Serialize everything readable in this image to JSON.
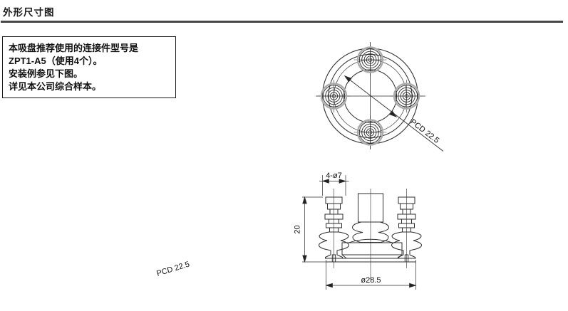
{
  "page": {
    "title": "外形尺寸图"
  },
  "note_box": {
    "line1": "本吸盘推荐使用的连接件型号是",
    "line2_model": "ZPT1-A5",
    "line2_pre": "（使用",
    "line2_qty": "4",
    "line2_post": "个）。",
    "line3": "安装例参见下图。",
    "line4": "详见本公司综合样本。"
  },
  "top_view": {
    "pcd_label": "PCD 22.5"
  },
  "side_view": {
    "dim_width": "4-ø7",
    "dim_height": "20",
    "dim_diameter": "ø28.5"
  },
  "stray_label": "PCD 22.5",
  "colors": {
    "line": "#2e2e2e",
    "grey_ring": "#ababab",
    "rule": "#474747"
  }
}
